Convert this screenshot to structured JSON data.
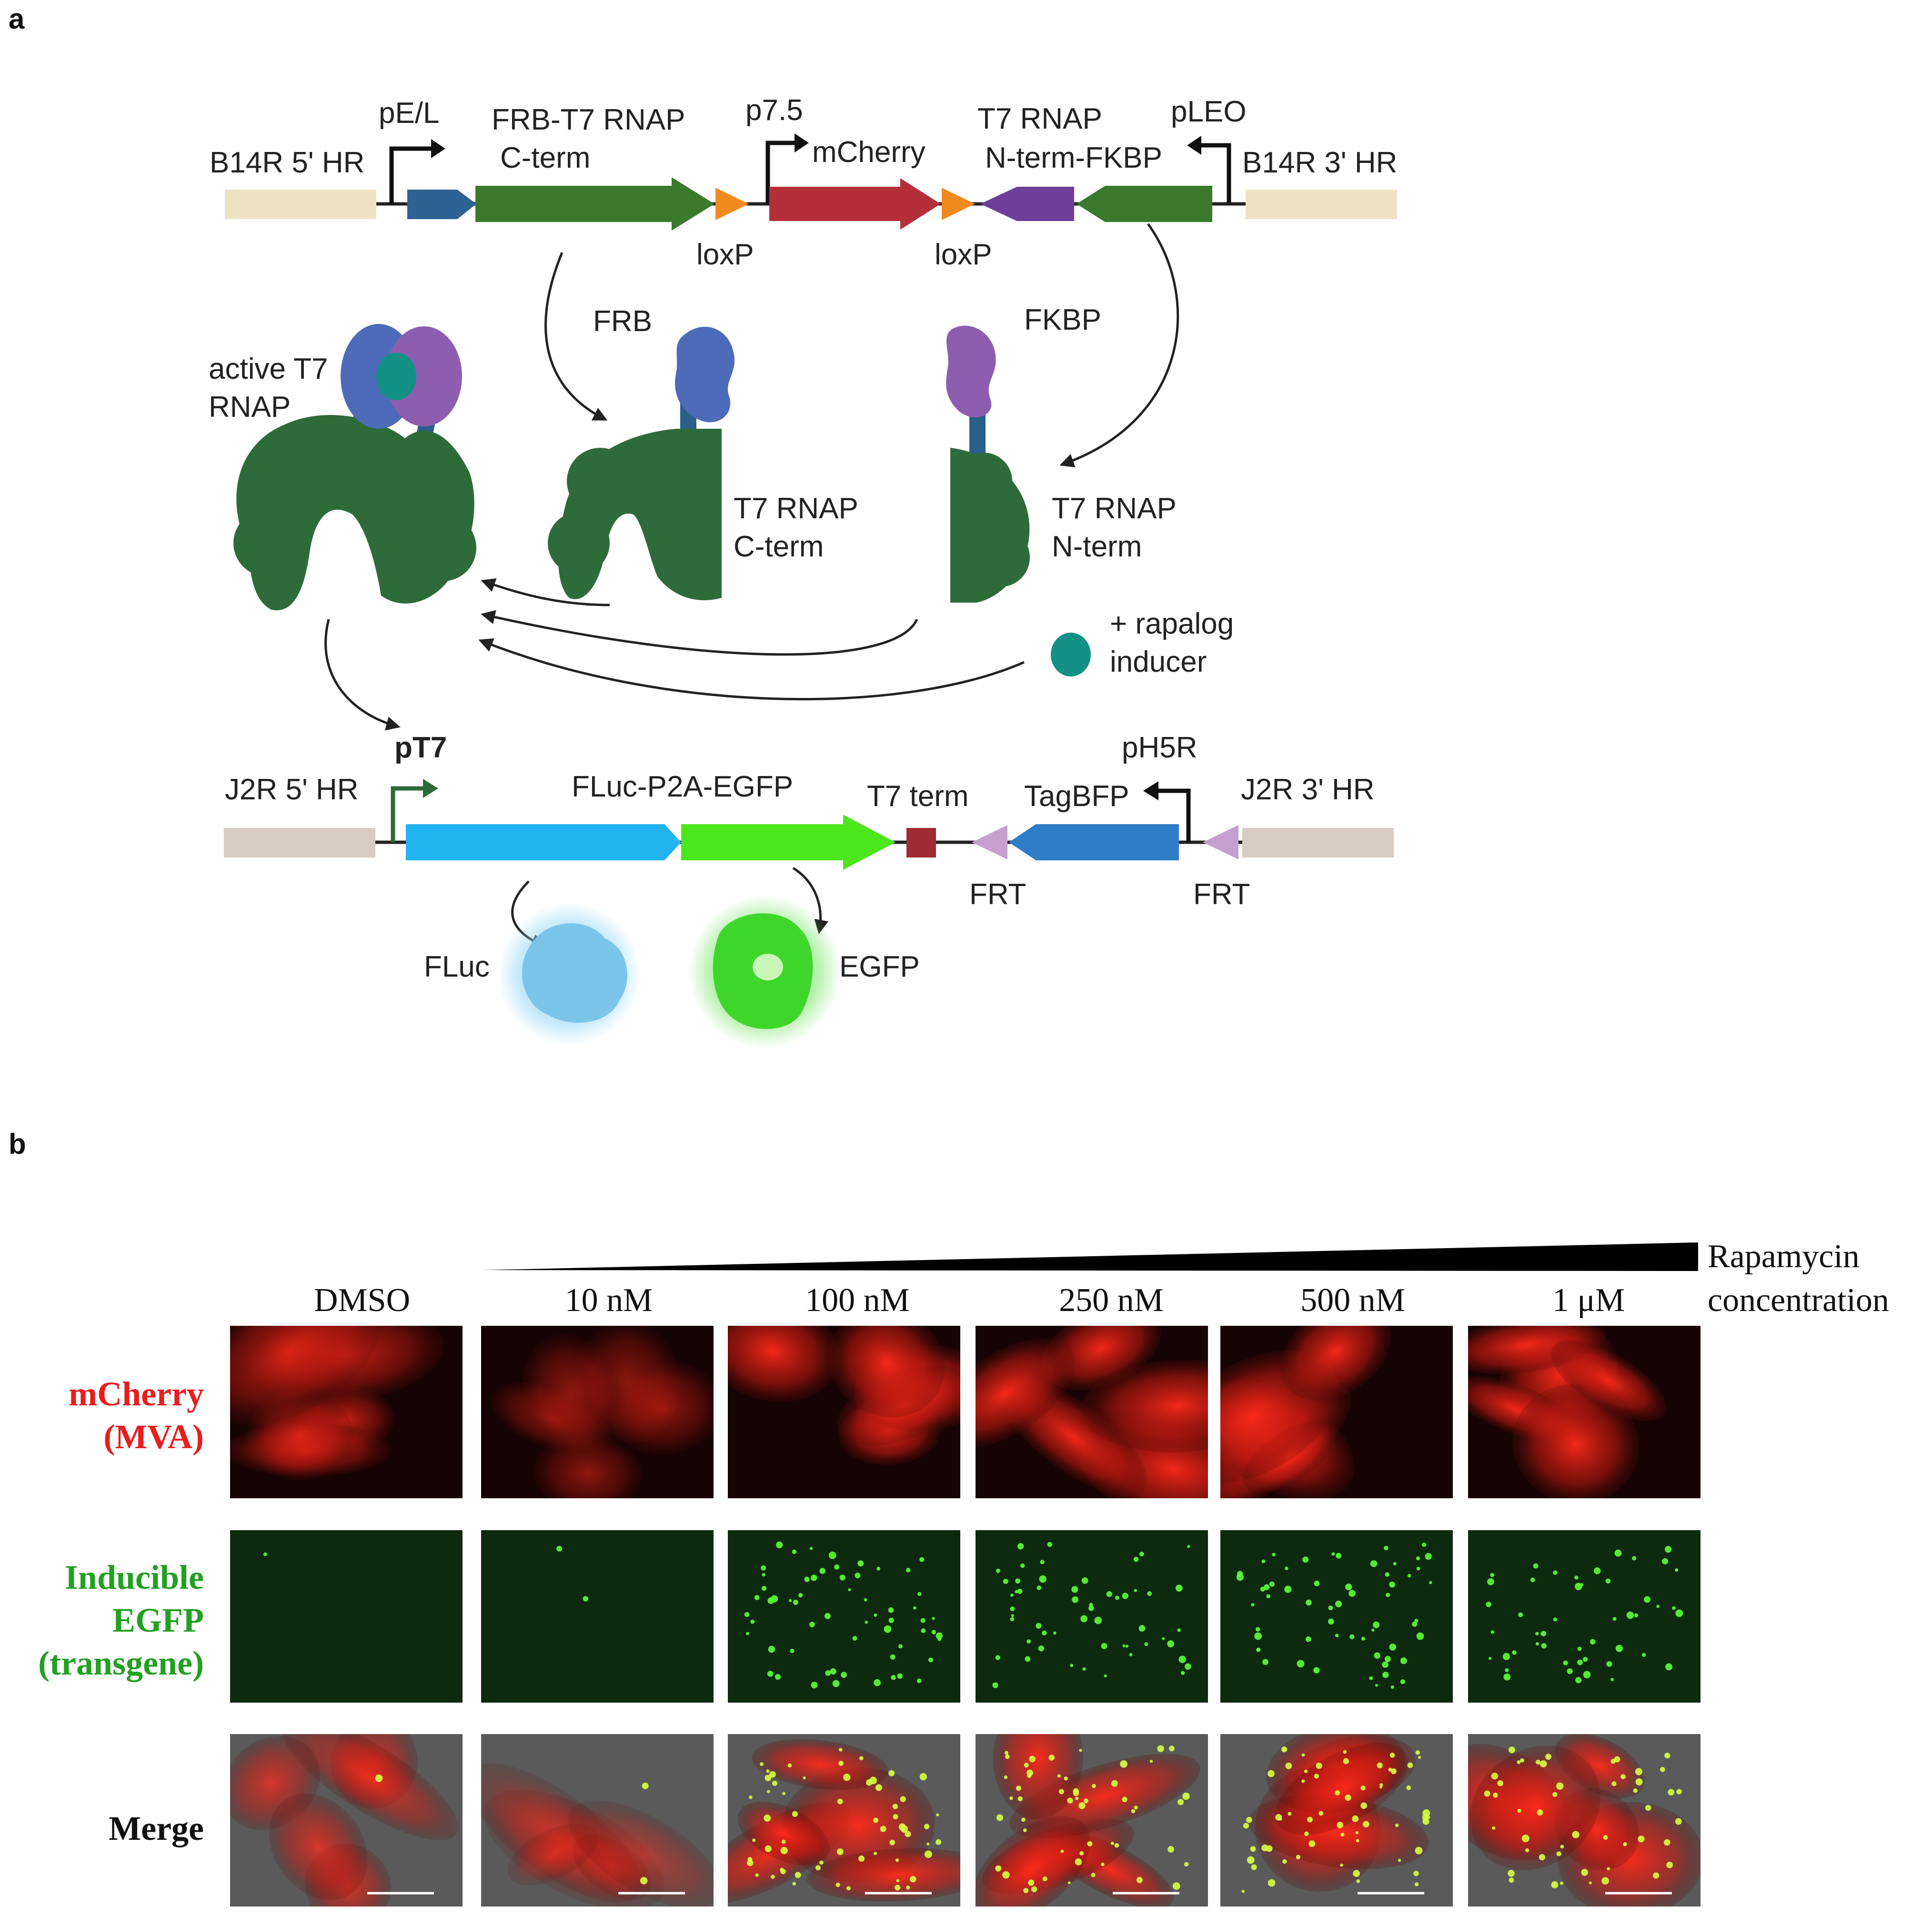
{
  "panels": {
    "a": "a",
    "b": "b"
  },
  "construct1": {
    "left_hr": "B14R 5' HR",
    "right_hr": "B14R 3' HR",
    "pEL": "pE/L",
    "frb_t7": "FRB-T7 RNAP",
    "cterm": "C-term",
    "p75": "p7.5",
    "mcherry": "mCherry",
    "t7rnap": "T7 RNAP",
    "nterm_fkbp": "N-term-FKBP",
    "pleo": "pLEO",
    "loxp1": "loxP",
    "loxp2": "loxP"
  },
  "proteins": {
    "active1": "active T7",
    "active2": "RNAP",
    "frb": "FRB",
    "fkbp": "FKBP",
    "c1": "T7 RNAP",
    "c2": "C-term",
    "n1": "T7 RNAP",
    "n2": "N-term",
    "rap1": "+ rapalog",
    "rap2": "inducer"
  },
  "construct2": {
    "left_hr": "J2R 5' HR",
    "right_hr": "J2R 3' HR",
    "pT7": "pT7",
    "fluc_p2a": "FLuc-P2A-EGFP",
    "t7term": "T7 term",
    "tagbfp": "TagBFP",
    "ph5r": "pH5R",
    "frt1": "FRT",
    "frt2": "FRT",
    "fluc": "FLuc",
    "egfp": "EGFP"
  },
  "panel_b": {
    "rapamycin1": "Rapamycin",
    "rapamycin2": "concentration",
    "columns": [
      "DMSO",
      "10 nM",
      "100 nM",
      "250 nM",
      "500 nM",
      "1 μM"
    ],
    "rows": [
      {
        "line1": "mCherry",
        "line2": "(MVA)",
        "color": "#e81e1e"
      },
      {
        "line1": "Inducible",
        "line2": "EGFP",
        "line3": "(transgene)",
        "color": "#22a022"
      },
      {
        "line1": "Merge",
        "color": "#111111"
      }
    ]
  },
  "colors": {
    "hr1": "#ede3c3",
    "hr2": "#d9ccc3",
    "frb_block": "#2d6292",
    "t7_green": "#3b7a2c",
    "loxp": "#f08a1e",
    "mcherry": "#b52f3a",
    "fkbp_block": "#6e3f9a",
    "fluc": "#22b4f0",
    "egfp": "#4be61c",
    "t7term": "#9e2a33",
    "tagbfp": "#2f7cc8",
    "frt": "#c4a0cc",
    "rapalog": "#139186",
    "protein_green": "#2e6b3a"
  }
}
